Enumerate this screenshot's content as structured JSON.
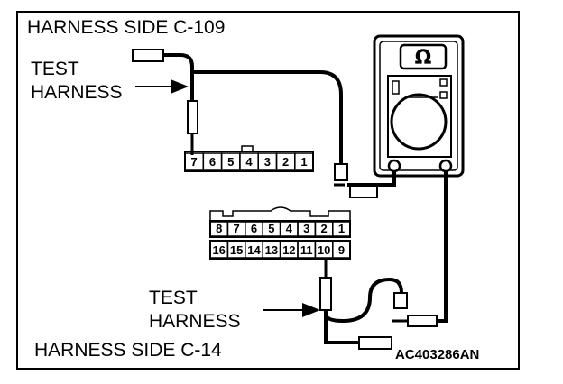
{
  "title_top": "HARNESS SIDE C-109",
  "title_bottom": "HARNESS SIDE C-14",
  "test_harness_top": [
    "TEST",
    "HARNESS"
  ],
  "test_harness_bottom": [
    "TEST",
    "HARNESS"
  ],
  "figure_code": "AC403286AN",
  "meter_symbol": "Ω",
  "connector_c109_pins": [
    "7",
    "6",
    "5",
    "4",
    "3",
    "2",
    "1"
  ],
  "connector_c14_row1": [
    "8",
    "7",
    "6",
    "5",
    "4",
    "3",
    "2",
    "1"
  ],
  "connector_c14_row2": [
    "16",
    "15",
    "14",
    "13",
    "12",
    "11",
    "10",
    "9"
  ],
  "icons": {
    "meter": "ohmmeter-icon"
  }
}
